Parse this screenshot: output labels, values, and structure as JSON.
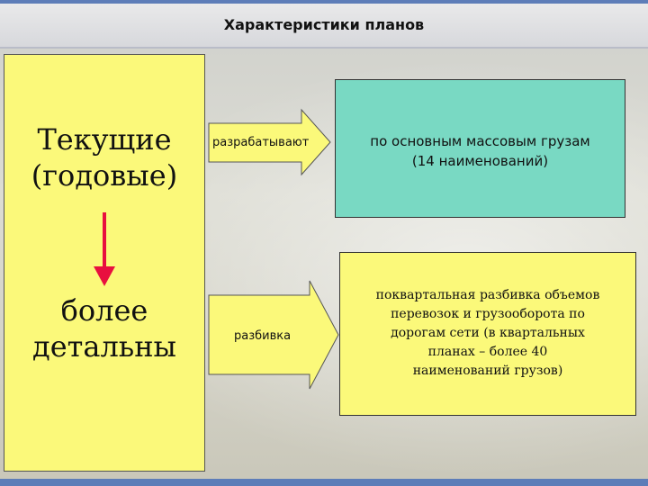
{
  "title": "Характеристики планов",
  "left_panel": {
    "top_line1": "Текущие",
    "top_line2": "(годовые)",
    "bottom_line1": "более",
    "bottom_line2": "детальны"
  },
  "arrows": {
    "upper_label": "разрабатывают",
    "lower_label": "разбивка"
  },
  "upper_box": {
    "line1": "по основным массовым грузам",
    "line2": "(14 наименований)"
  },
  "lower_box": {
    "lines": [
      "поквартальная разбивка объемов",
      "перевозок и грузооборота по",
      "дорогам сети (в квартальных",
      "планах – более 40",
      "наименований грузов)"
    ]
  },
  "colors": {
    "yellow": "#fbf97a",
    "teal": "#79d9c3",
    "red_arrow": "#e8103f",
    "accent": "#5d7db8"
  }
}
